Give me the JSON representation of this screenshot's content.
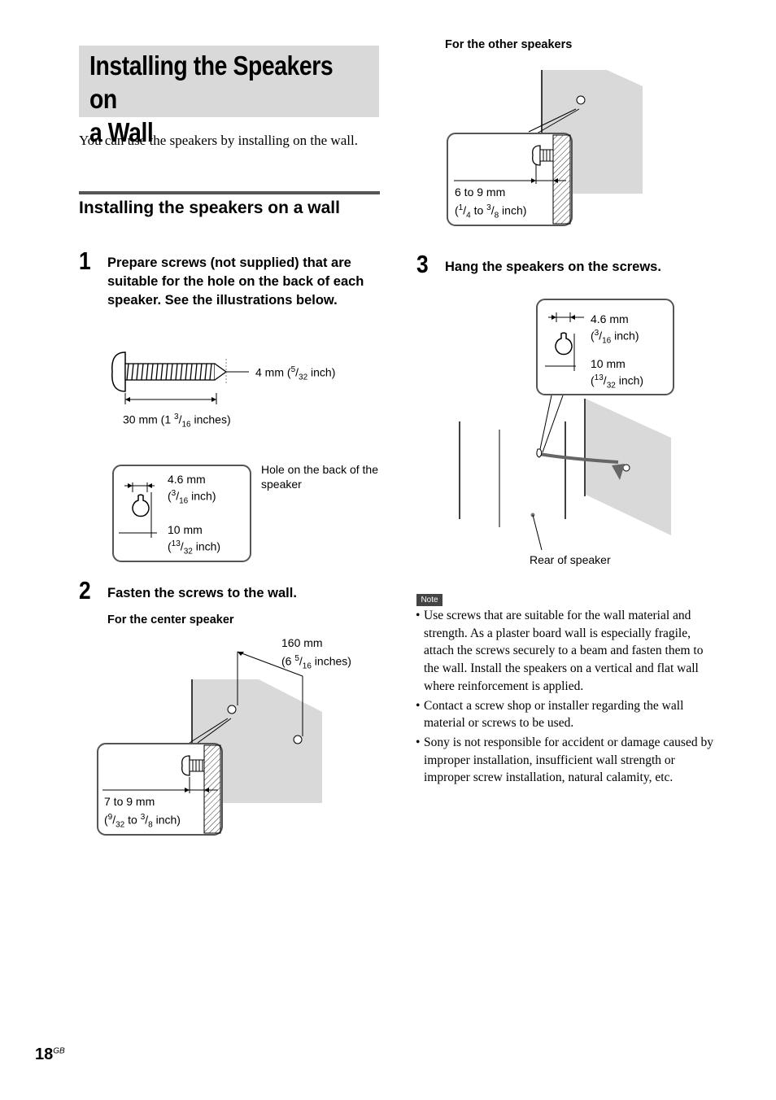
{
  "title": {
    "line1": "Installing the Speakers on",
    "line2": "a Wall"
  },
  "intro": "You can use the speakers by installing on the wall.",
  "section_heading": "Installing the speakers on a wall",
  "steps": [
    {
      "number": "1",
      "text": "Prepare screws (not supplied) that are suitable for the hole on the back of each speaker. See the illustrations below."
    },
    {
      "number": "2",
      "text": "Fasten the screws to the wall."
    },
    {
      "number": "3",
      "text": "Hang the speakers on the screws."
    }
  ],
  "fig_screw": {
    "diameter": {
      "main": "4 mm (",
      "sup": "5",
      "sub": "32",
      "tail": " inch)"
    },
    "length": {
      "main": "30 mm (1 ",
      "sup": "3",
      "sub": "16",
      "tail": " inches)"
    }
  },
  "fig_hole": {
    "caption": "Hole on the back of the speaker",
    "width": {
      "l1": "4.6 mm",
      "sup": "3",
      "sub": "16",
      "tail": " inch)"
    },
    "height": {
      "l1": "10 mm",
      "sup": "13",
      "sub": "32",
      "tail": " inch)"
    }
  },
  "center_speaker": {
    "subhead": "For the center speaker",
    "spacing": {
      "l1": "160 mm",
      "main": "(6 ",
      "sup": "5",
      "sub": "16",
      "tail": " inches)"
    },
    "protrusion": {
      "l1": "7 to 9 mm",
      "sup1": "9",
      "sub1": "32",
      "mid": " to ",
      "sup2": "3",
      "sub2": "8",
      "tail": " inch)"
    }
  },
  "other_speakers": {
    "subhead": "For the other speakers",
    "protrusion": {
      "l1": "6 to 9 mm",
      "sup1": "1",
      "sub1": "4",
      "mid": " to ",
      "sup2": "3",
      "sub2": "8",
      "tail": " inch)"
    }
  },
  "fig_hang": {
    "width": {
      "l1": "4.6 mm",
      "sup": "3",
      "sub": "16",
      "tail": " inch)"
    },
    "height": {
      "l1": "10 mm",
      "sup": "13",
      "sub": "32",
      "tail": " inch)"
    },
    "rear_label": "Rear of speaker"
  },
  "note": {
    "badge": "Note",
    "items": [
      "Use screws that are suitable for the wall material and strength. As a plaster board wall is especially fragile, attach the screws securely to a beam and fasten them to the wall. Install the speakers on a vertical and flat wall where reinforcement is applied.",
      "Contact a screw shop or installer regarding the wall material or screws to be used.",
      "Sony is not responsible for accident or damage caused by improper installation, insufficient wall strength or improper screw installation, natural calamity, etc."
    ]
  },
  "page": {
    "number": "18",
    "suffix": "GB"
  }
}
